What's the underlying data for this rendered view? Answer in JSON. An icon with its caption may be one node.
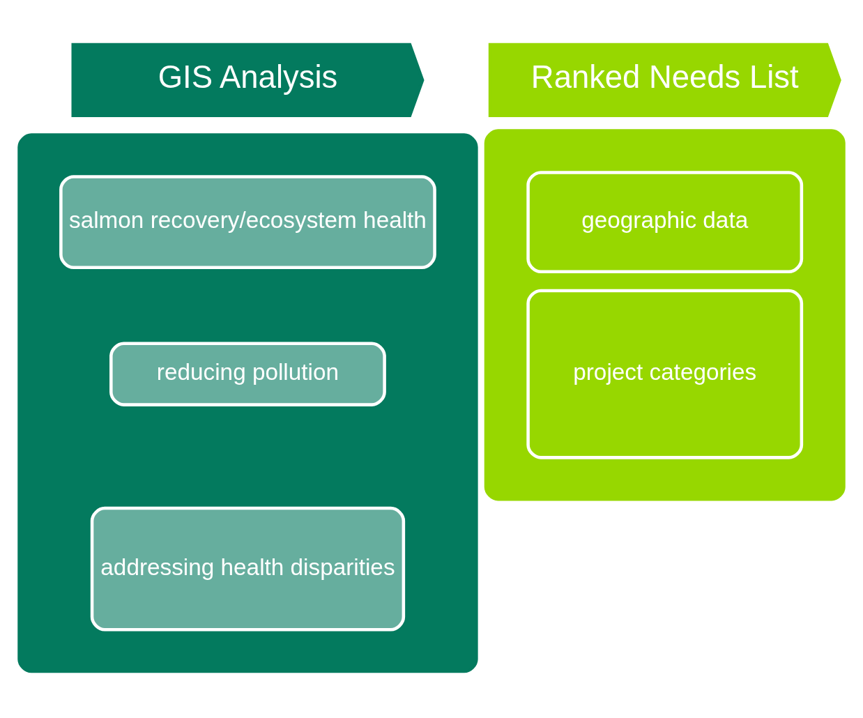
{
  "diagram": {
    "nodes": [
      {
        "text": [
          "GIS Analysis"
        ]
      },
      {
        "text": [
          "Ranked Needs List"
        ]
      },
      {
        "text": [],
        "shape": "box"
      },
      {
        "text": [
          "salmon recovery/ecosystem health"
        ],
        "in": 2
      },
      {
        "text": [
          "reducing pollution"
        ],
        "in": 2
      },
      {
        "text": [
          "addressing health disparities"
        ],
        "in": 2
      },
      {
        "text": [],
        "shape": "box"
      },
      {
        "text": [
          "geographic data"
        ],
        "in": 6
      },
      {
        "text": [
          "project categories"
        ],
        "in": 6
      }
    ],
    "edges": []
  }
}
